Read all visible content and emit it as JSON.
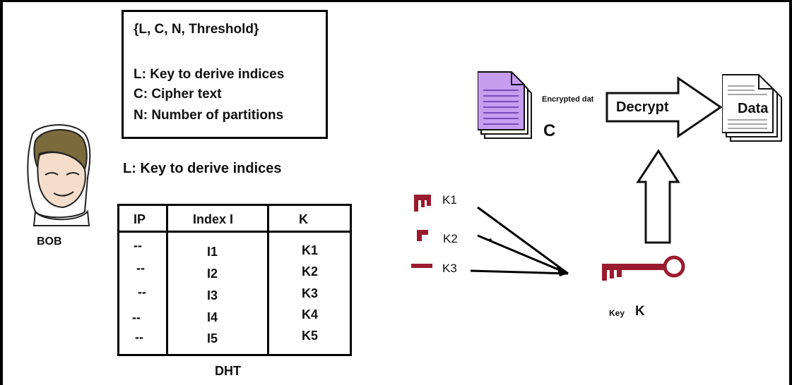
{
  "info_box": {
    "heading": "{L, C, N, Threshold}",
    "lines": [
      "L: Key to derive indices",
      "C: Cipher text",
      "N: Number of partitions"
    ]
  },
  "person": {
    "label": "BOB"
  },
  "key_note": "L: Key to derive indices",
  "dht": {
    "headers": [
      "IP",
      "Index I",
      "K"
    ],
    "rows": [
      [
        "--",
        "I1",
        "K1"
      ],
      [
        "--",
        "I2",
        "K2"
      ],
      [
        "--",
        "I3",
        "K3"
      ],
      [
        "--",
        "I4",
        "K4"
      ],
      [
        "--",
        "I5",
        "K5"
      ]
    ],
    "caption": "DHT"
  },
  "encrypted": {
    "label": "Encrypted dat",
    "symbol": "C"
  },
  "decrypt_label": "Decrypt",
  "data_doc": {
    "label": "Data"
  },
  "key_parts": [
    "K1",
    "K2",
    "K3"
  ],
  "key": {
    "word": "Key",
    "symbol": "K"
  },
  "colors": {
    "key": "#9b1b2e",
    "document_purple": "#c79df0",
    "hair": "#7a6a3c"
  }
}
